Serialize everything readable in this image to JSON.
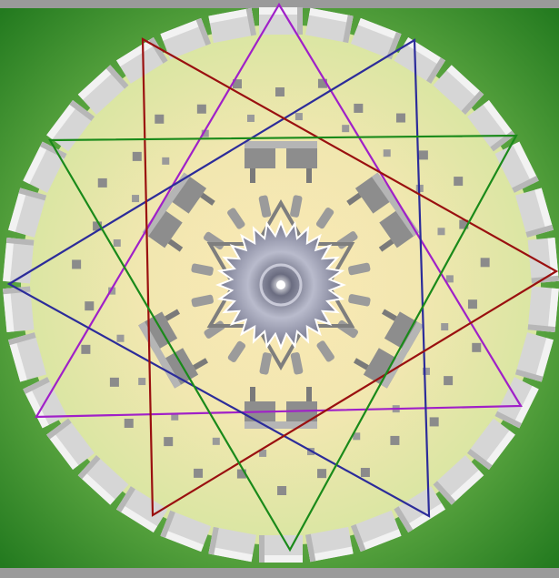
{
  "scene": {
    "background_color": "#2e8a2a",
    "frame_color": "#9a9a9a",
    "field_center_color": "#fbe8b5",
    "field_edge_color": "#e6e8a8",
    "stone_ring": {
      "count": 34,
      "stone_face": "#d6d6d6",
      "stone_top": "#f2f2f2",
      "stone_side": "#b7b7b7"
    },
    "inner_ring_markers": {
      "count": 30,
      "color": "#8b8b8b"
    },
    "inner_horseshoe": {
      "pillar_color": "#9b9b9b",
      "slab_color": "#8d8d8d"
    },
    "hexagram": {
      "color": "#7e7e7e"
    },
    "sunburst": {
      "points": 28,
      "outer_color": "#ffffff",
      "mid_color": "#a8aabb",
      "core_color": "#5e6073"
    },
    "triangles": [
      {
        "name": "purple-triangle",
        "color": "#a020c8"
      },
      {
        "name": "blue-triangle",
        "color": "#2c2c9a"
      },
      {
        "name": "red-triangle",
        "color": "#9a1010"
      },
      {
        "name": "green-triangle",
        "color": "#1a8a1a"
      }
    ]
  }
}
